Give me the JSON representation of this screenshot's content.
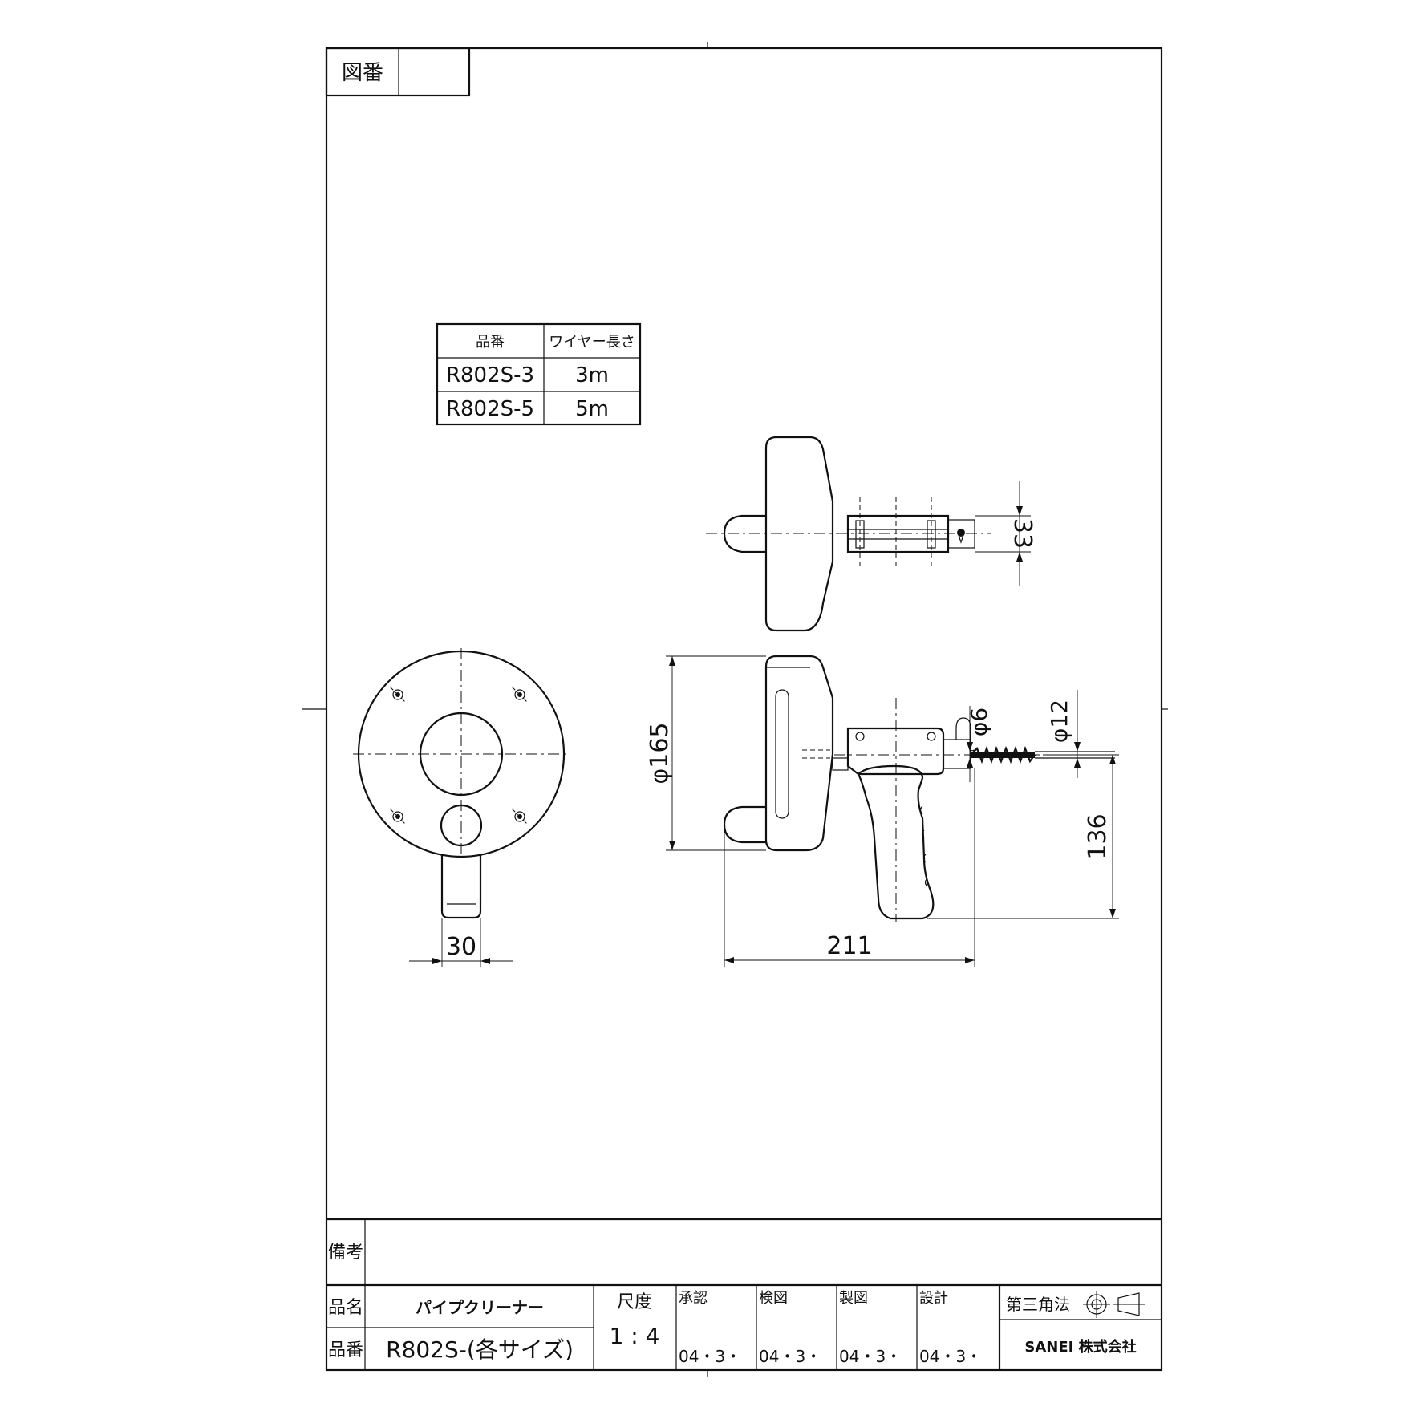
{
  "title_block": {
    "drawing_no_label": "図番",
    "drawing_no_value": "",
    "remarks_label": "備考",
    "product_name_label": "品名",
    "product_name": "パイプクリーナー",
    "part_no_label": "品番",
    "part_no": "R802S-(各サイズ)",
    "scale_label": "尺度",
    "scale_value": "1 : 4",
    "approval_label": "承認",
    "inspection_label": "検図",
    "drafting_label": "製図",
    "design_label": "設計",
    "approval_date": "04・3・",
    "inspection_date": "04・3・",
    "drafting_date": "04・3・",
    "design_date": "04・3・",
    "projection_label": "第三角法",
    "company": "SANEI 株式会社"
  },
  "parts_table": {
    "headers": [
      "品番",
      "ワイヤー長さ"
    ],
    "rows": [
      {
        "part_no": "R802S-3",
        "wire_length": "3m"
      },
      {
        "part_no": "R802S-5",
        "wire_length": "5m"
      }
    ]
  },
  "dimensions": {
    "width_33": "33",
    "diameter_165": "φ165",
    "diameter_6": "φ6",
    "diameter_12": "φ12",
    "height_136": "136",
    "length_211": "211",
    "width_30": "30"
  }
}
